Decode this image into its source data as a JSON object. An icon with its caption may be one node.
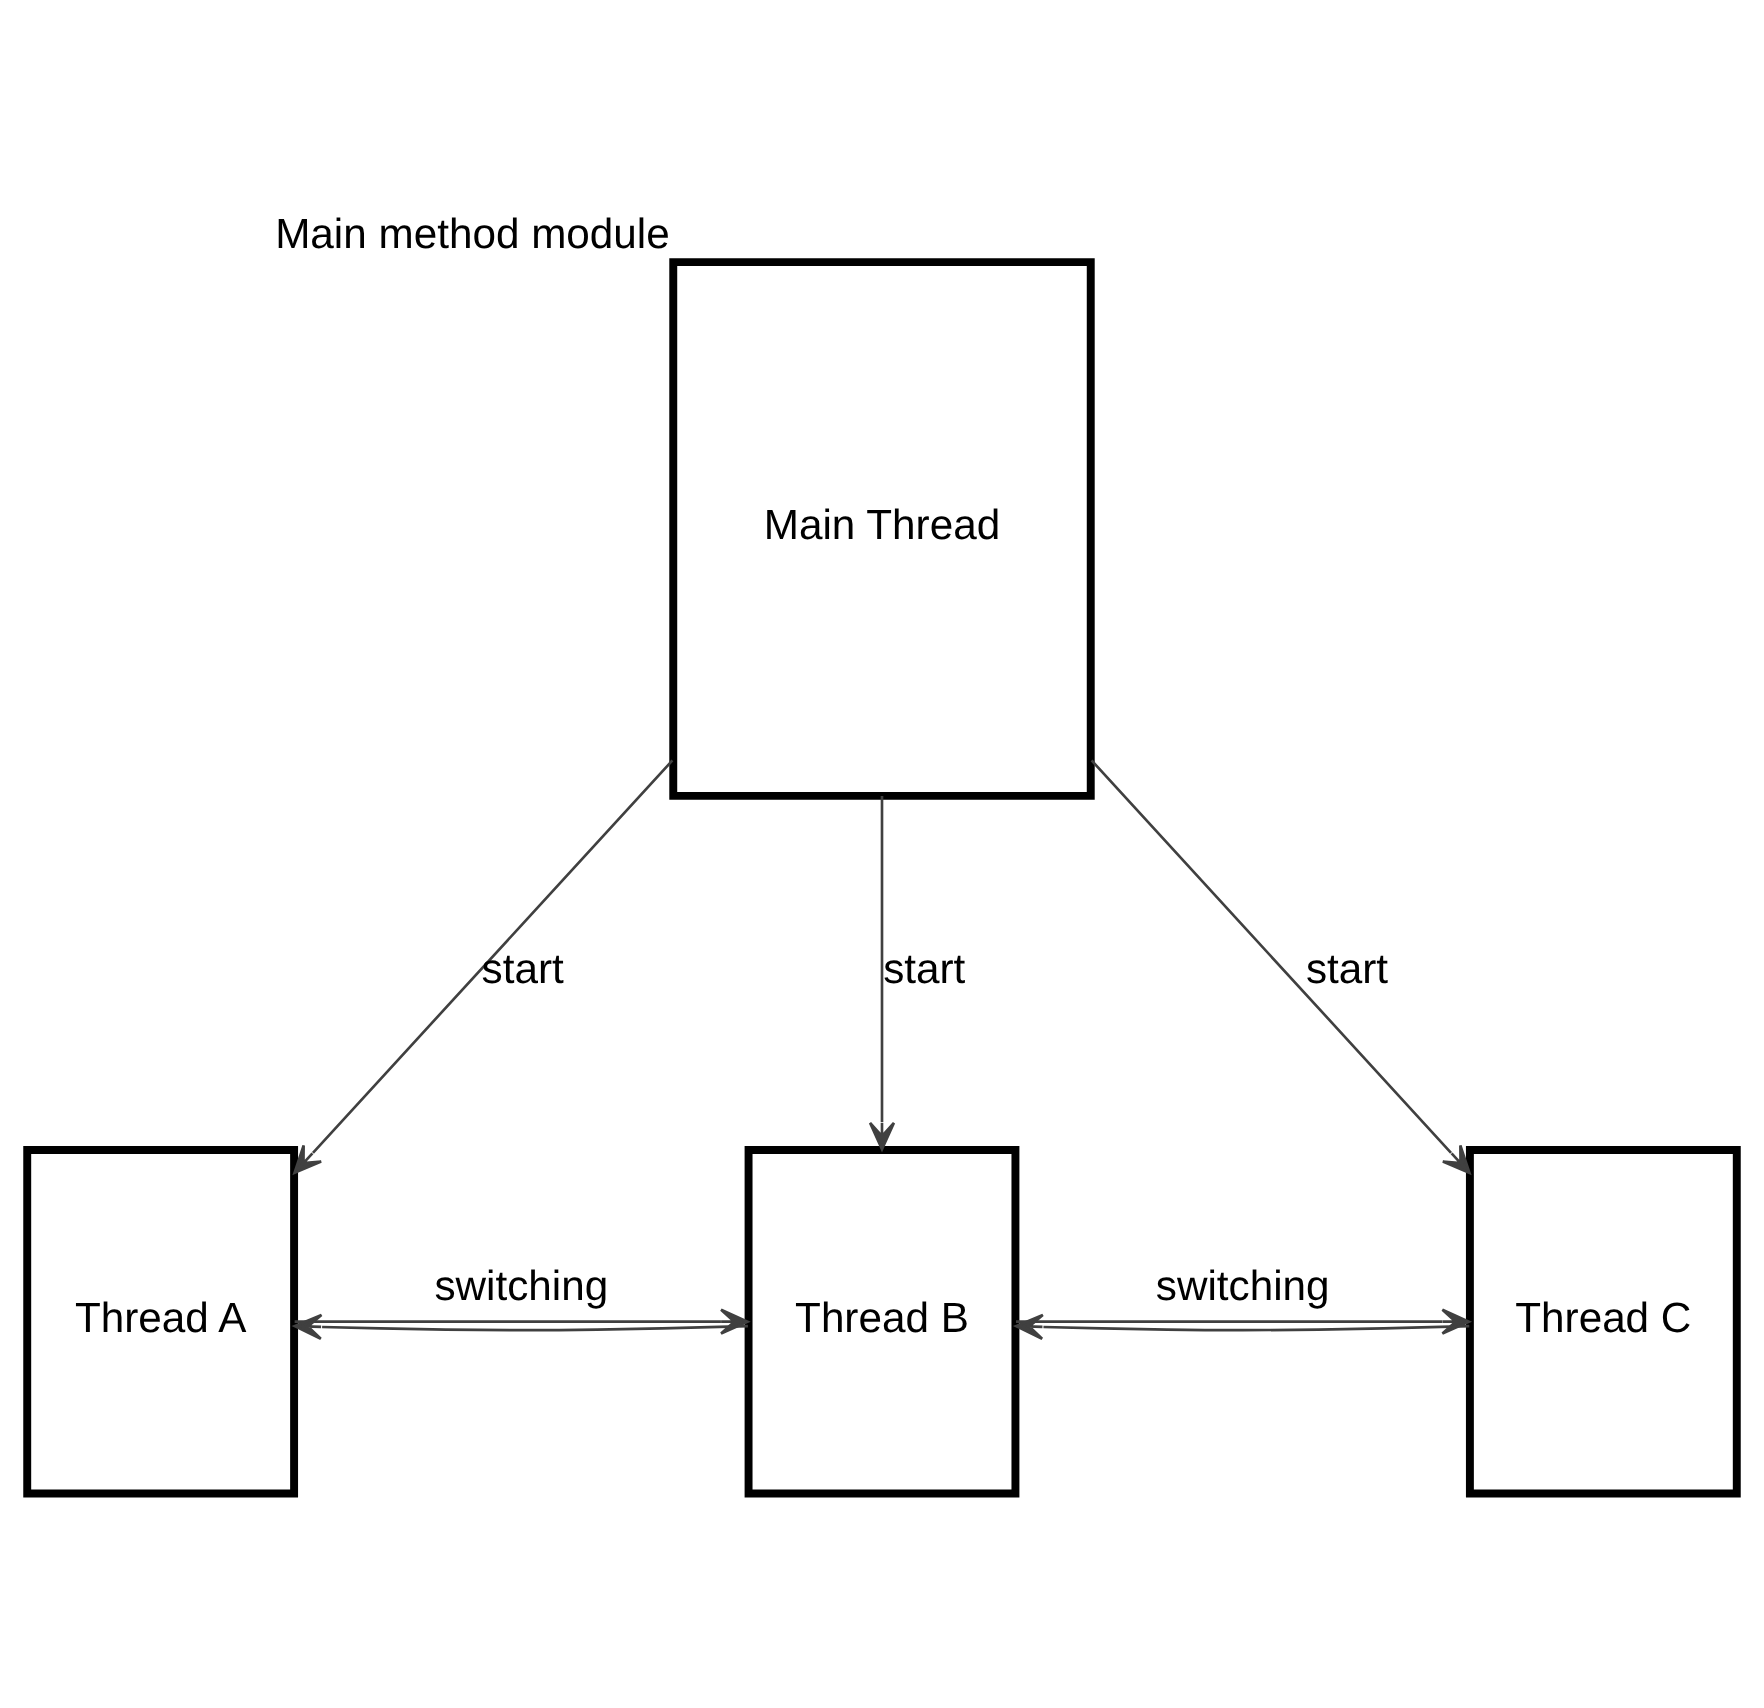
{
  "diagram": {
    "nodes": [
      {
        "text": [
          "Main Thread"
        ],
        "beside": [
          "Main method module"
        ]
      },
      {
        "text": [
          "Thread A"
        ]
      },
      {
        "text": [
          "Thread B"
        ]
      },
      {
        "text": [
          "Thread C"
        ]
      }
    ],
    "edges": [
      {
        "from": 0,
        "to": 1,
        "arrow": "to",
        "label": "start"
      },
      {
        "from": 0,
        "to": 2,
        "arrow": "to",
        "label": "start"
      },
      {
        "from": 0,
        "to": 3,
        "arrow": "to",
        "label": "start"
      },
      {
        "from": 1,
        "to": 2,
        "arrow": "to",
        "label": "switching"
      },
      {
        "from": 2,
        "to": 1,
        "arrow": "to"
      },
      {
        "from": 2,
        "to": 3,
        "arrow": "to",
        "label": "switching"
      },
      {
        "from": 3,
        "to": 2,
        "arrow": "to"
      }
    ]
  }
}
